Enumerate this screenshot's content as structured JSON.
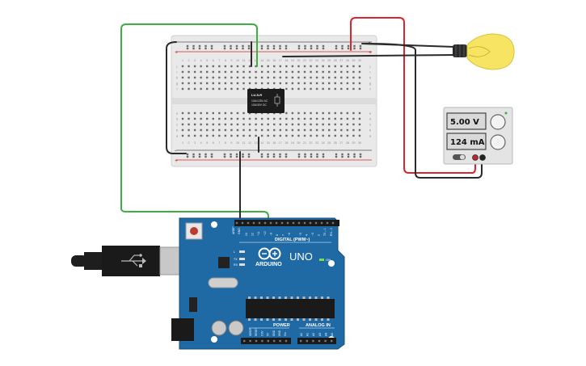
{
  "colors": {
    "wire_green": "#3cb043",
    "wire_red": "#d9262c",
    "wire_black": "#2a2a2a",
    "board_blue": "#1f6aa5",
    "breadboard": "#e9e9e9",
    "bulb": "#f7e463"
  },
  "relay": {
    "model": "LU-5-R",
    "spec_line_1": "10A/125V AC",
    "spec_line_2": "10A/30V DC"
  },
  "power_supply": {
    "voltage": "5.00 V",
    "current": "124 mA",
    "neg_sign": "-",
    "pos_sign": "+"
  },
  "arduino": {
    "brand": "ARDUINO",
    "model": "UNO",
    "digital_label": "DIGITAL (PWM~)",
    "power_label": "POWER",
    "analog_label": "ANALOG IN",
    "on_label": "ON",
    "tx_label": "TX",
    "rx_label": "RX",
    "l_label": "L",
    "aref": "AREF",
    "gnd_top": "GND",
    "top_pins": [
      "13",
      "12",
      "~11",
      "~10",
      "~9",
      "8",
      "7",
      "~6",
      "~5",
      "4",
      "~3",
      "2",
      "TX→1",
      "RX←0"
    ],
    "power_pins": [
      "IOREF",
      "RESET",
      "3.3V",
      "5V",
      "GND",
      "GND",
      "Vin"
    ],
    "analog_pins": [
      "A0",
      "A1",
      "A2",
      "A3",
      "A4",
      "A5"
    ]
  },
  "breadboard": {
    "row_letters_top": [
      "j",
      "i",
      "h",
      "g",
      "f"
    ],
    "row_letters_bottom": [
      "e",
      "d",
      "c",
      "b",
      "a"
    ],
    "column_numbers": [
      "1",
      "2",
      "3",
      "4",
      "5",
      "6",
      "7",
      "8",
      "9",
      "10",
      "11",
      "12",
      "13",
      "14",
      "15",
      "16",
      "17",
      "18",
      "19",
      "20",
      "21",
      "22",
      "23",
      "24",
      "25",
      "26",
      "27",
      "28",
      "29",
      "30"
    ]
  }
}
